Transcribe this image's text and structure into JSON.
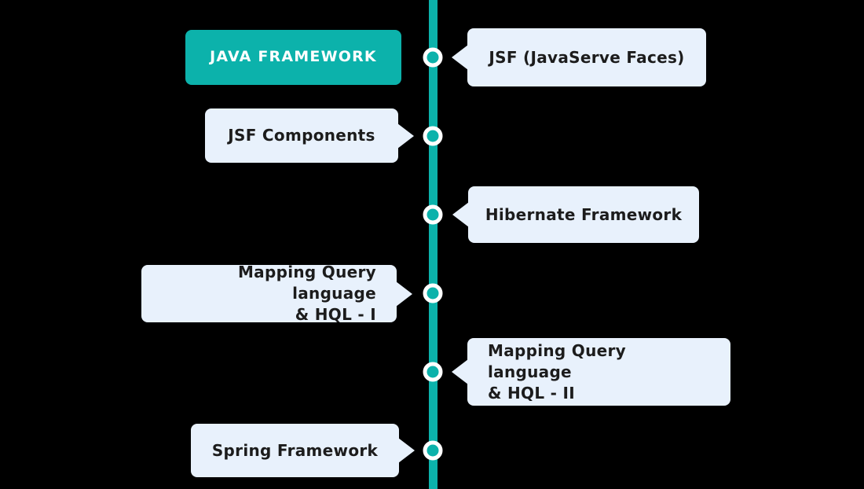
{
  "diagram": {
    "title": "JAVA FRAMEWORK",
    "items": [
      {
        "label": "JSF (JavaServe Faces)",
        "side": "right"
      },
      {
        "label": "JSF Components",
        "side": "left"
      },
      {
        "label": "Hibernate Framework",
        "side": "right"
      },
      {
        "label": "Mapping Query language\n& HQL - I",
        "side": "left"
      },
      {
        "label": "Mapping Query language\n& HQL - II",
        "side": "right"
      },
      {
        "label": "Spring Framework",
        "side": "left"
      }
    ],
    "colors": {
      "accent_teal": "#0cb2ab",
      "card_bg": "#e8f1fc",
      "text_dark": "#1c1c1c",
      "title_text": "#ffffff",
      "node_ring": "#ffffff",
      "background": "#000000"
    }
  }
}
